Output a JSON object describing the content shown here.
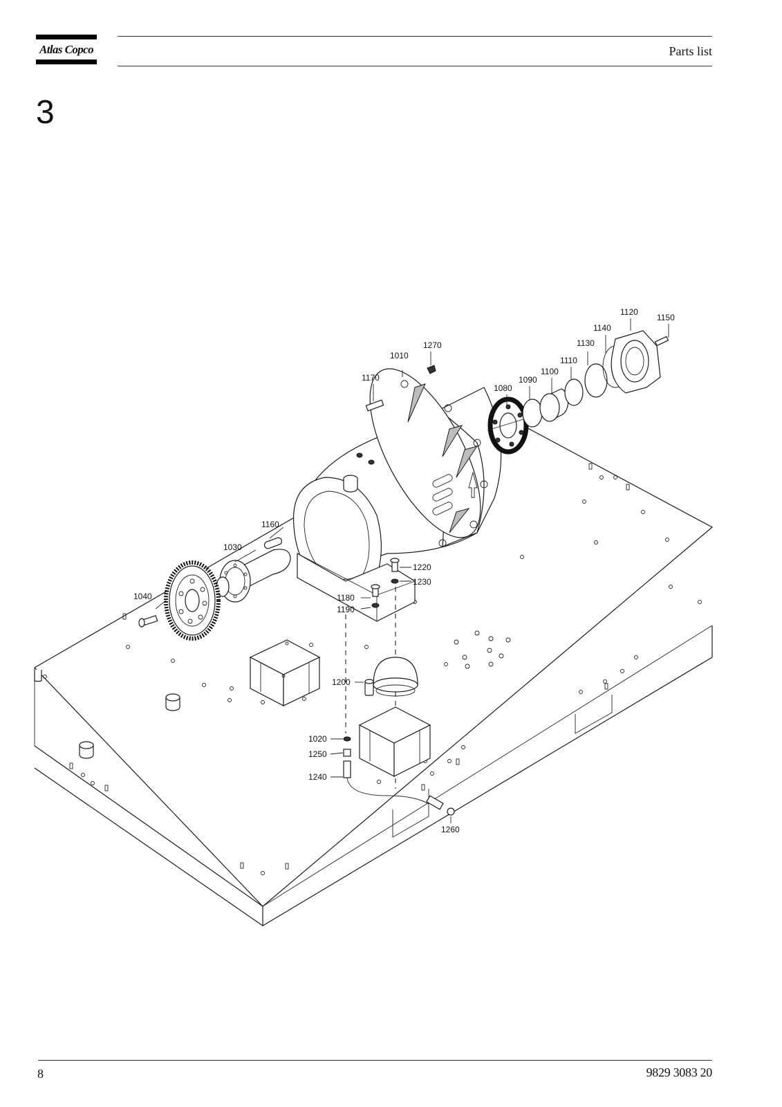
{
  "header": {
    "brand": "Atlas Copco",
    "title": "Parts list"
  },
  "section": {
    "number": "3"
  },
  "figure": {
    "callouts": [
      "1010",
      "1020",
      "1030",
      "1040",
      "1080",
      "1090",
      "1100",
      "1110",
      "1120",
      "1130",
      "1140",
      "1150",
      "1160",
      "1170",
      "1180",
      "1190",
      "1200",
      "1220",
      "1230",
      "1240",
      "1250",
      "1260",
      "1270"
    ]
  },
  "footer": {
    "page_number": "8",
    "document_number": "9829 3083 20"
  }
}
